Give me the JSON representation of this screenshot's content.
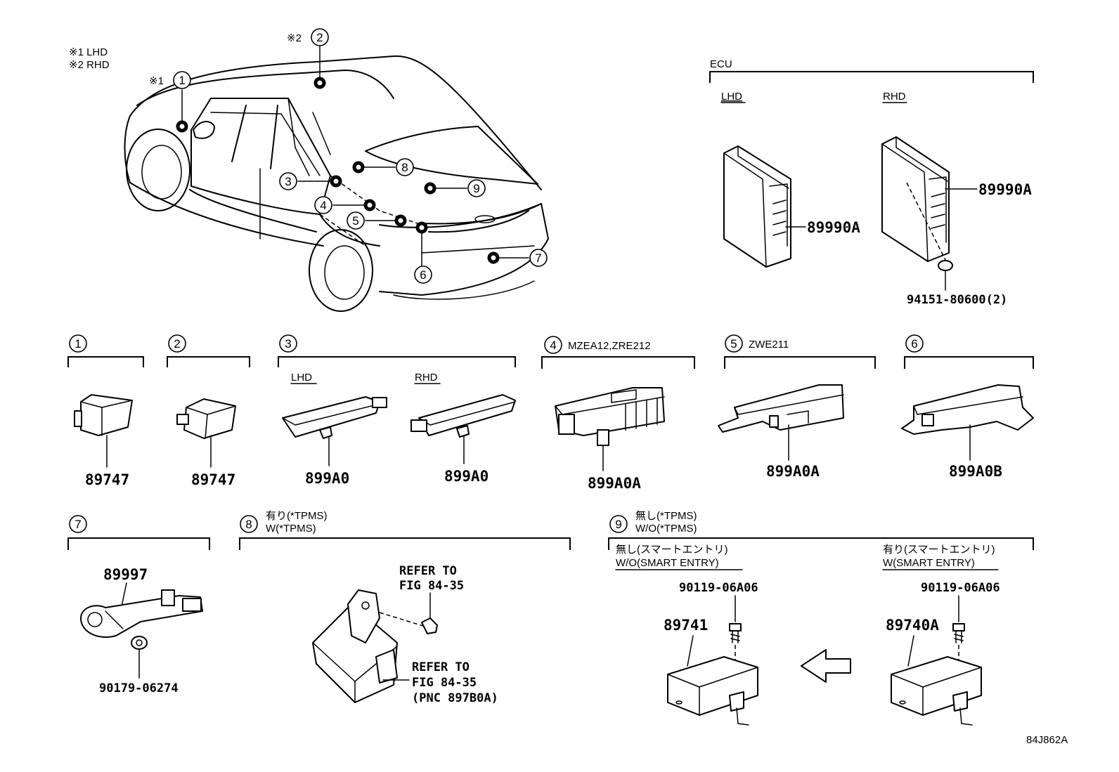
{
  "legend": {
    "note1": "※1 LHD",
    "note2": "※2 RHD"
  },
  "car": {
    "marks": {
      "mark1": "※1",
      "mark2": "※2"
    },
    "callouts": [
      "1",
      "2",
      "3",
      "4",
      "5",
      "6",
      "7",
      "8",
      "9"
    ]
  },
  "ecu": {
    "title": "ECU",
    "lhd_label": "LHD",
    "rhd_label": "RHD",
    "lhd_part": "89990A",
    "rhd_part": "89990A",
    "fastener": "94151-80600(2)"
  },
  "groups": {
    "g1": {
      "num": "1",
      "part": "89747"
    },
    "g2": {
      "num": "2",
      "part": "89747"
    },
    "g3": {
      "num": "3",
      "lhd_label": "LHD",
      "rhd_label": "RHD",
      "lhd_part": "899A0",
      "rhd_part": "899A0"
    },
    "g4": {
      "num": "4",
      "label": "MZEA12,ZRE212",
      "part": "899A0A"
    },
    "g5": {
      "num": "5",
      "label": "ZWE211",
      "part": "899A0A"
    },
    "g6": {
      "num": "6",
      "part": "899A0B"
    },
    "g7": {
      "num": "7",
      "part": "89997",
      "fastener": "90179-06274"
    },
    "g8": {
      "num": "8",
      "label_jp": "有り(*TPMS)",
      "label_en": "W(*TPMS)",
      "ref1_line1": "REFER TO",
      "ref1_line2": "FIG 84-35",
      "ref2_line1": "REFER TO",
      "ref2_line2": "FIG 84-35",
      "ref2_line3": "(PNC 897B0A)"
    },
    "g9": {
      "num": "9",
      "label_jp": "無し(*TPMS)",
      "label_en": "W/O(*TPMS)",
      "left_jp": "無し(スマートエントリ)",
      "left_en": "W/O(SMART ENTRY)",
      "right_jp": "有り(スマートエントリ)",
      "right_en": "W(SMART ENTRY)",
      "left_bolt": "90119-06A06",
      "right_bolt": "90119-06A06",
      "left_part": "89741",
      "right_part": "89740A"
    }
  },
  "figure_id": "84J862A"
}
